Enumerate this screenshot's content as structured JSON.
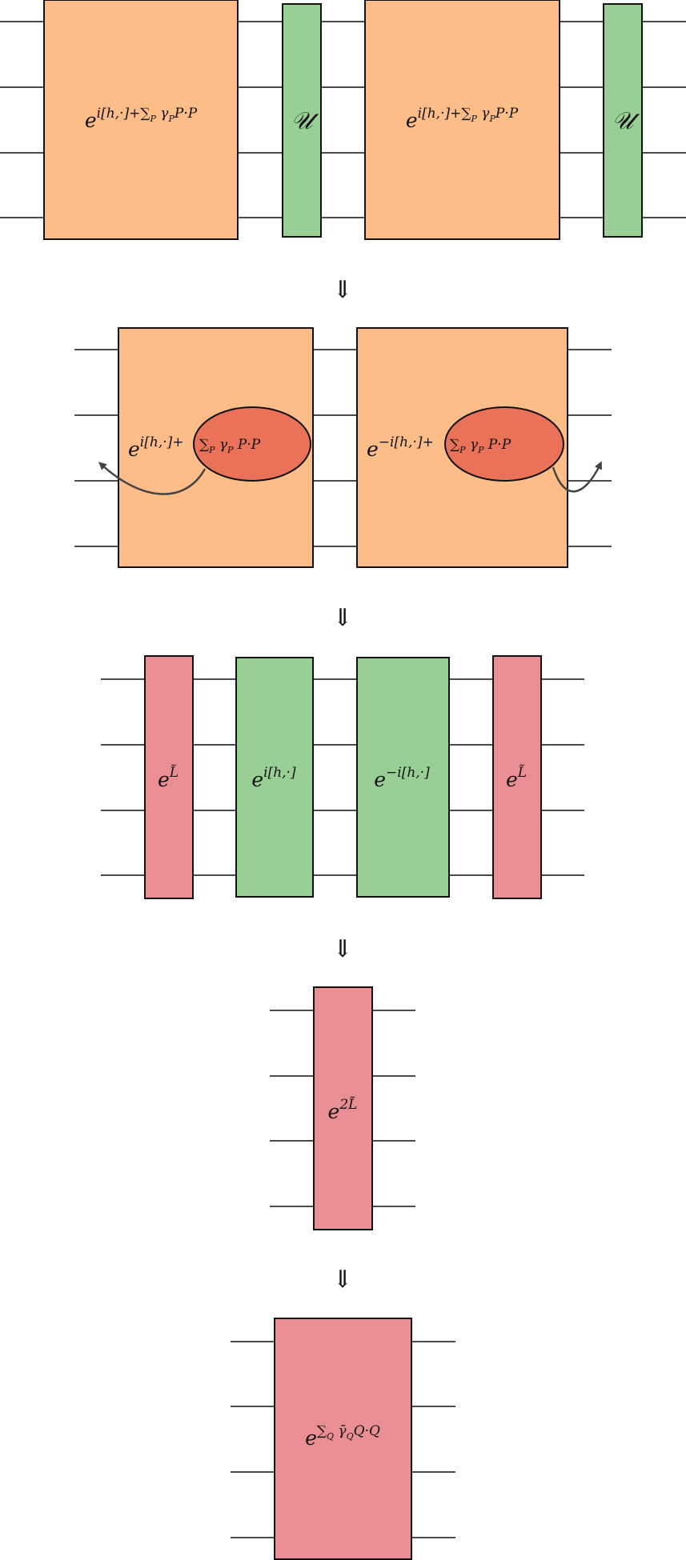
{
  "colors": {
    "orange": "#fdbd88",
    "green": "#97cf94",
    "pink": "#e98e92",
    "red_ellipse": "#e97259",
    "wire": "#111111",
    "curve_arrow": "#444444"
  },
  "row1": {
    "gate_a": {
      "base": "e",
      "exponent": "i[h,·]+∑",
      "sub": "P",
      "tail": " γ",
      "tail_sub": "P",
      "tail2": "P·P"
    },
    "gate_b": {
      "label": "𝒰"
    },
    "gate_c": {
      "base": "e",
      "exponent": "i[h,·]+∑",
      "sub": "P",
      "tail": " γ",
      "tail_sub": "P",
      "tail2": "P·P"
    },
    "gate_d": {
      "label": "𝒰"
    }
  },
  "step_arrow": "⇓",
  "row2": {
    "gate_a": {
      "base": "e",
      "exponent": "i[h,·]+"
    },
    "ellipse_a": {
      "text": "∑",
      "sub": "P",
      "tail": " γ",
      "tail_sub": "P",
      "tail2": " P·P"
    },
    "gate_b": {
      "base": "e",
      "exponent": "−i[h,·]+"
    },
    "ellipse_b": {
      "text": "∑",
      "sub": "P",
      "tail": " γ",
      "tail_sub": "P",
      "tail2": " P·P"
    }
  },
  "row3": {
    "gate_a": {
      "base": "e",
      "exponent": "L̃"
    },
    "gate_b": {
      "base": "e",
      "exponent": "i[h,·]"
    },
    "gate_c": {
      "base": "e",
      "exponent": "−i[h,·]"
    },
    "gate_d": {
      "base": "e",
      "exponent": "L̃"
    }
  },
  "row4": {
    "gate": {
      "base": "e",
      "exponent": "2L̃"
    }
  },
  "row5": {
    "gate": {
      "base": "e",
      "exponent": "∑",
      "sub": "Q",
      "tail": " γ̄",
      "tail_sub": "Q",
      "tail2": "Q·Q"
    }
  }
}
